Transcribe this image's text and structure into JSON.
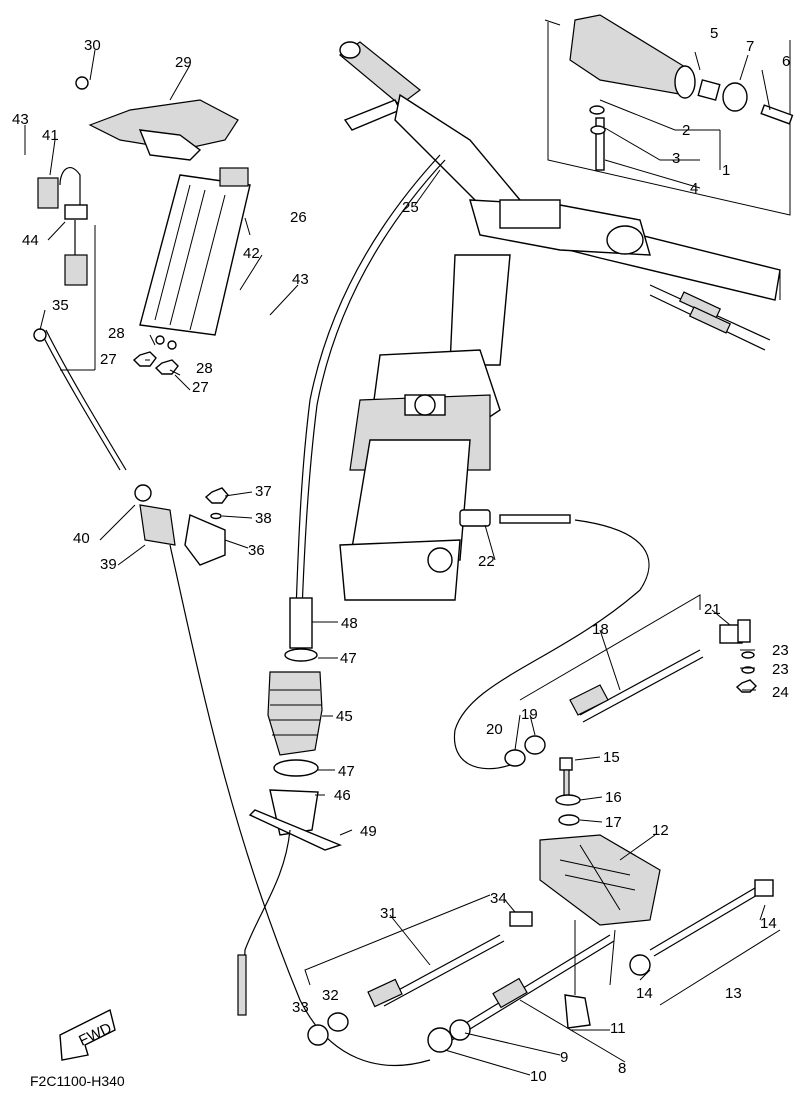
{
  "drawing_code": "F2C1100-H340",
  "fwd_arrow_label": "FWD",
  "callouts": [
    "1",
    "2",
    "3",
    "4",
    "5",
    "6",
    "7",
    "8",
    "9",
    "10",
    "11",
    "12",
    "13",
    "14",
    "15",
    "16",
    "17",
    "18",
    "19",
    "20",
    "21",
    "22",
    "23",
    "24",
    "25",
    "26",
    "27",
    "28",
    "29",
    "30",
    "31",
    "32",
    "33",
    "34",
    "35",
    "36",
    "37",
    "38",
    "39",
    "40",
    "41",
    "42",
    "43",
    "44",
    "45",
    "46",
    "47",
    "48",
    "49"
  ]
}
